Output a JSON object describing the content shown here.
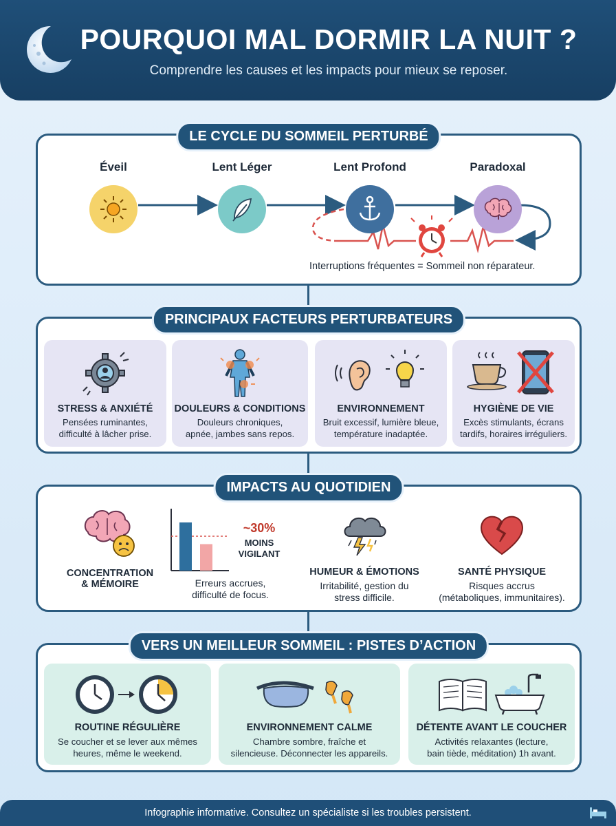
{
  "header": {
    "title": "POURQUOI MAL DORMIR LA NUIT ?",
    "subtitle": "Comprendre les causes et les impacts pour mieux se reposer."
  },
  "cycle": {
    "title": "LE CYCLE DU SOMMEIL PERTURBÉ",
    "stages": [
      {
        "label": "Éveil",
        "icon": "sun-icon",
        "color": "#f5d36a"
      },
      {
        "label": "Lent Léger",
        "icon": "feather-icon",
        "color": "#7ccac8"
      },
      {
        "label": "Lent Profond",
        "icon": "anchor-icon",
        "color": "#3f6f9e"
      },
      {
        "label": "Paradoxal",
        "icon": "brain-icon",
        "color": "#b9a2d8"
      }
    ],
    "caption": "Interruptions fréquentes = Sommeil non réparateur."
  },
  "factors": {
    "title": "PRINCIPAUX FACTEURS PERTURBATEURS",
    "cards": [
      {
        "title": "STRESS & ANXIÉTÉ",
        "line1": "Pensées ruminantes,",
        "line2": "difficulté à lâcher prise.",
        "icon": "gear-head-icon"
      },
      {
        "title": "DOULEURS & CONDITIONS",
        "line1": "Douleurs chroniques,",
        "line2": "apnée, jambes sans repos.",
        "icon": "body-pain-icon"
      },
      {
        "title": "ENVIRONNEMENT",
        "line1": "Bruit excessif, lumière bleue,",
        "line2": "température inadaptée.",
        "icon": "ear-bulb-icon"
      },
      {
        "title": "HYGIÈNE DE VIE",
        "line1": "Excès stimulants, écrans",
        "line2": "tardifs, horaires irréguliers.",
        "icon": "coffee-phone-icon"
      }
    ]
  },
  "impacts": {
    "title": "IMPACTS AU QUOTIDIEN",
    "concentration": {
      "line1": "CONCENTRATION",
      "line2": "& MÉMOIRE"
    },
    "vigilance": {
      "percent": "~30%",
      "label1": "MOINS",
      "label2": "VIGILANT",
      "text1": "Erreurs accrues,",
      "text2": "difficulté de focus.",
      "bar_before": 1.0,
      "bar_after": 0.55
    },
    "mood": {
      "title": "HUMEUR & ÉMOTIONS",
      "text1": "Irritabilité, gestion du",
      "text2": "stress difficile."
    },
    "health": {
      "title": "SANTÉ PHYSIQUE",
      "text1": "Risques accrus",
      "text2": "(métaboliques, immunitaires)."
    }
  },
  "actions": {
    "title": "VERS UN MEILLEUR SOMMEIL : PISTES D’ACTION",
    "cards": [
      {
        "title": "ROUTINE RÉGULIÈRE",
        "line1": "Se coucher et se lever aux mêmes",
        "line2": "heures, même le weekend.",
        "icon": "clocks-icon"
      },
      {
        "title": "ENVIRONNEMENT CALME",
        "line1": "Chambre sombre, fraîche et",
        "line2": "silencieuse. Déconnecter les appareils.",
        "icon": "mask-earplugs-icon"
      },
      {
        "title": "DÉTENTE AVANT LE COUCHER",
        "line1": "Activités relaxantes (lecture,",
        "line2": "bain tiède, méditation) 1h avant.",
        "icon": "book-bath-icon"
      }
    ]
  },
  "footer": {
    "text": "Infographie informative. Consultez un spécialiste si les troubles persistent."
  },
  "colors": {
    "navy": "#1f4f78",
    "factor_card": "#e6e5f4",
    "action_card": "#d9f0ea",
    "alert_red": "#d9534f"
  }
}
